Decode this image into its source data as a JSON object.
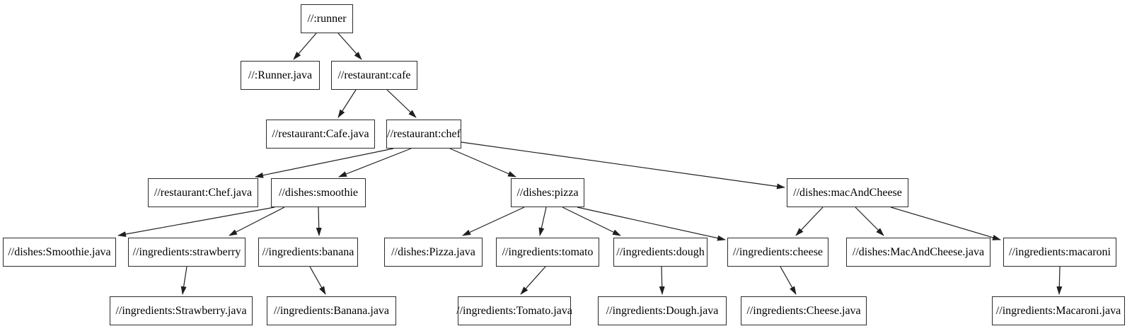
{
  "diagram": {
    "kind": "build-dependency-graph",
    "background_color": "#ffffff",
    "node_fill_color": "#ffffff",
    "node_border_color": "#2b2b2b",
    "edge_color": "#1f1f1f",
    "nodes": {
      "runner": {
        "label": "//:runner"
      },
      "runner_java": {
        "label": "//:Runner.java"
      },
      "cafe": {
        "label": "//restaurant:cafe"
      },
      "cafe_java": {
        "label": "//restaurant:Cafe.java"
      },
      "chef": {
        "label": "//restaurant:chef"
      },
      "chef_java": {
        "label": "//restaurant:Chef.java"
      },
      "smoothie": {
        "label": "//dishes:smoothie"
      },
      "pizza": {
        "label": "//dishes:pizza"
      },
      "mac_and_cheese": {
        "label": "//dishes:macAndCheese"
      },
      "smoothie_java": {
        "label": "//dishes:Smoothie.java"
      },
      "strawberry": {
        "label": "//ingredients:strawberry"
      },
      "banana": {
        "label": "//ingredients:banana"
      },
      "pizza_java": {
        "label": "//dishes:Pizza.java"
      },
      "tomato": {
        "label": "//ingredients:tomato"
      },
      "dough": {
        "label": "//ingredients:dough"
      },
      "cheese": {
        "label": "//ingredients:cheese"
      },
      "mac_and_cheese_java": {
        "label": "//dishes:MacAndCheese.java"
      },
      "macaroni": {
        "label": "//ingredients:macaroni"
      },
      "strawberry_java": {
        "label": "//ingredients:Strawberry.java"
      },
      "banana_java": {
        "label": "//ingredients:Banana.java"
      },
      "tomato_java": {
        "label": "//ingredients:Tomato.java"
      },
      "dough_java": {
        "label": "//ingredients:Dough.java"
      },
      "cheese_java": {
        "label": "//ingredients:Cheese.java"
      },
      "macaroni_java": {
        "label": "//ingredients:Macaroni.java"
      }
    },
    "edges": [
      {
        "from": "//:runner",
        "to": "//:Runner.java"
      },
      {
        "from": "//:runner",
        "to": "//restaurant:cafe"
      },
      {
        "from": "//restaurant:cafe",
        "to": "//restaurant:Cafe.java"
      },
      {
        "from": "//restaurant:cafe",
        "to": "//restaurant:chef"
      },
      {
        "from": "//restaurant:chef",
        "to": "//restaurant:Chef.java"
      },
      {
        "from": "//restaurant:chef",
        "to": "//dishes:smoothie"
      },
      {
        "from": "//restaurant:chef",
        "to": "//dishes:pizza"
      },
      {
        "from": "//restaurant:chef",
        "to": "//dishes:macAndCheese"
      },
      {
        "from": "//dishes:smoothie",
        "to": "//dishes:Smoothie.java"
      },
      {
        "from": "//dishes:smoothie",
        "to": "//ingredients:strawberry"
      },
      {
        "from": "//dishes:smoothie",
        "to": "//ingredients:banana"
      },
      {
        "from": "//ingredients:strawberry",
        "to": "//ingredients:Strawberry.java"
      },
      {
        "from": "//ingredients:banana",
        "to": "//ingredients:Banana.java"
      },
      {
        "from": "//dishes:pizza",
        "to": "//dishes:Pizza.java"
      },
      {
        "from": "//dishes:pizza",
        "to": "//ingredients:tomato"
      },
      {
        "from": "//dishes:pizza",
        "to": "//ingredients:dough"
      },
      {
        "from": "//dishes:pizza",
        "to": "//ingredients:cheese"
      },
      {
        "from": "//ingredients:tomato",
        "to": "//ingredients:Tomato.java"
      },
      {
        "from": "//ingredients:dough",
        "to": "//ingredients:Dough.java"
      },
      {
        "from": "//ingredients:cheese",
        "to": "//ingredients:Cheese.java"
      },
      {
        "from": "//dishes:macAndCheese",
        "to": "//ingredients:cheese"
      },
      {
        "from": "//dishes:macAndCheese",
        "to": "//dishes:MacAndCheese.java"
      },
      {
        "from": "//dishes:macAndCheese",
        "to": "//ingredients:macaroni"
      },
      {
        "from": "//ingredients:macaroni",
        "to": "//ingredients:Macaroni.java"
      }
    ]
  }
}
